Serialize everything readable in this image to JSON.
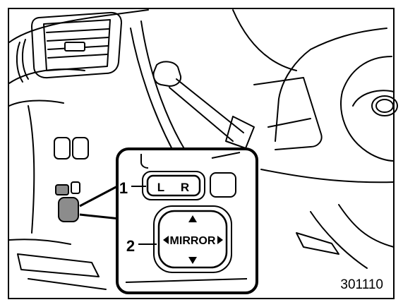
{
  "figure": {
    "number": "301110",
    "callouts": [
      "1",
      "2"
    ]
  },
  "switch": {
    "selector_left": "L",
    "selector_right": "R",
    "control_label": "MIRROR"
  },
  "colors": {
    "line": "#000000",
    "background": "#ffffff",
    "shaded": "#8c8c8c"
  }
}
